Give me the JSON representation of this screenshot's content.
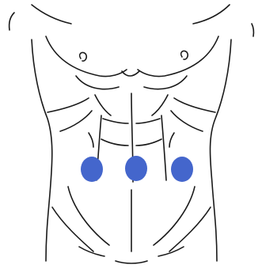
{
  "figure": {
    "subject": "torso-front-view",
    "line_color": "#1a1a1a",
    "markers": {
      "color": "#4466cc",
      "count": 3,
      "items": [
        {
          "id": "left-marker"
        },
        {
          "id": "center-marker"
        },
        {
          "id": "right-marker"
        }
      ]
    }
  }
}
